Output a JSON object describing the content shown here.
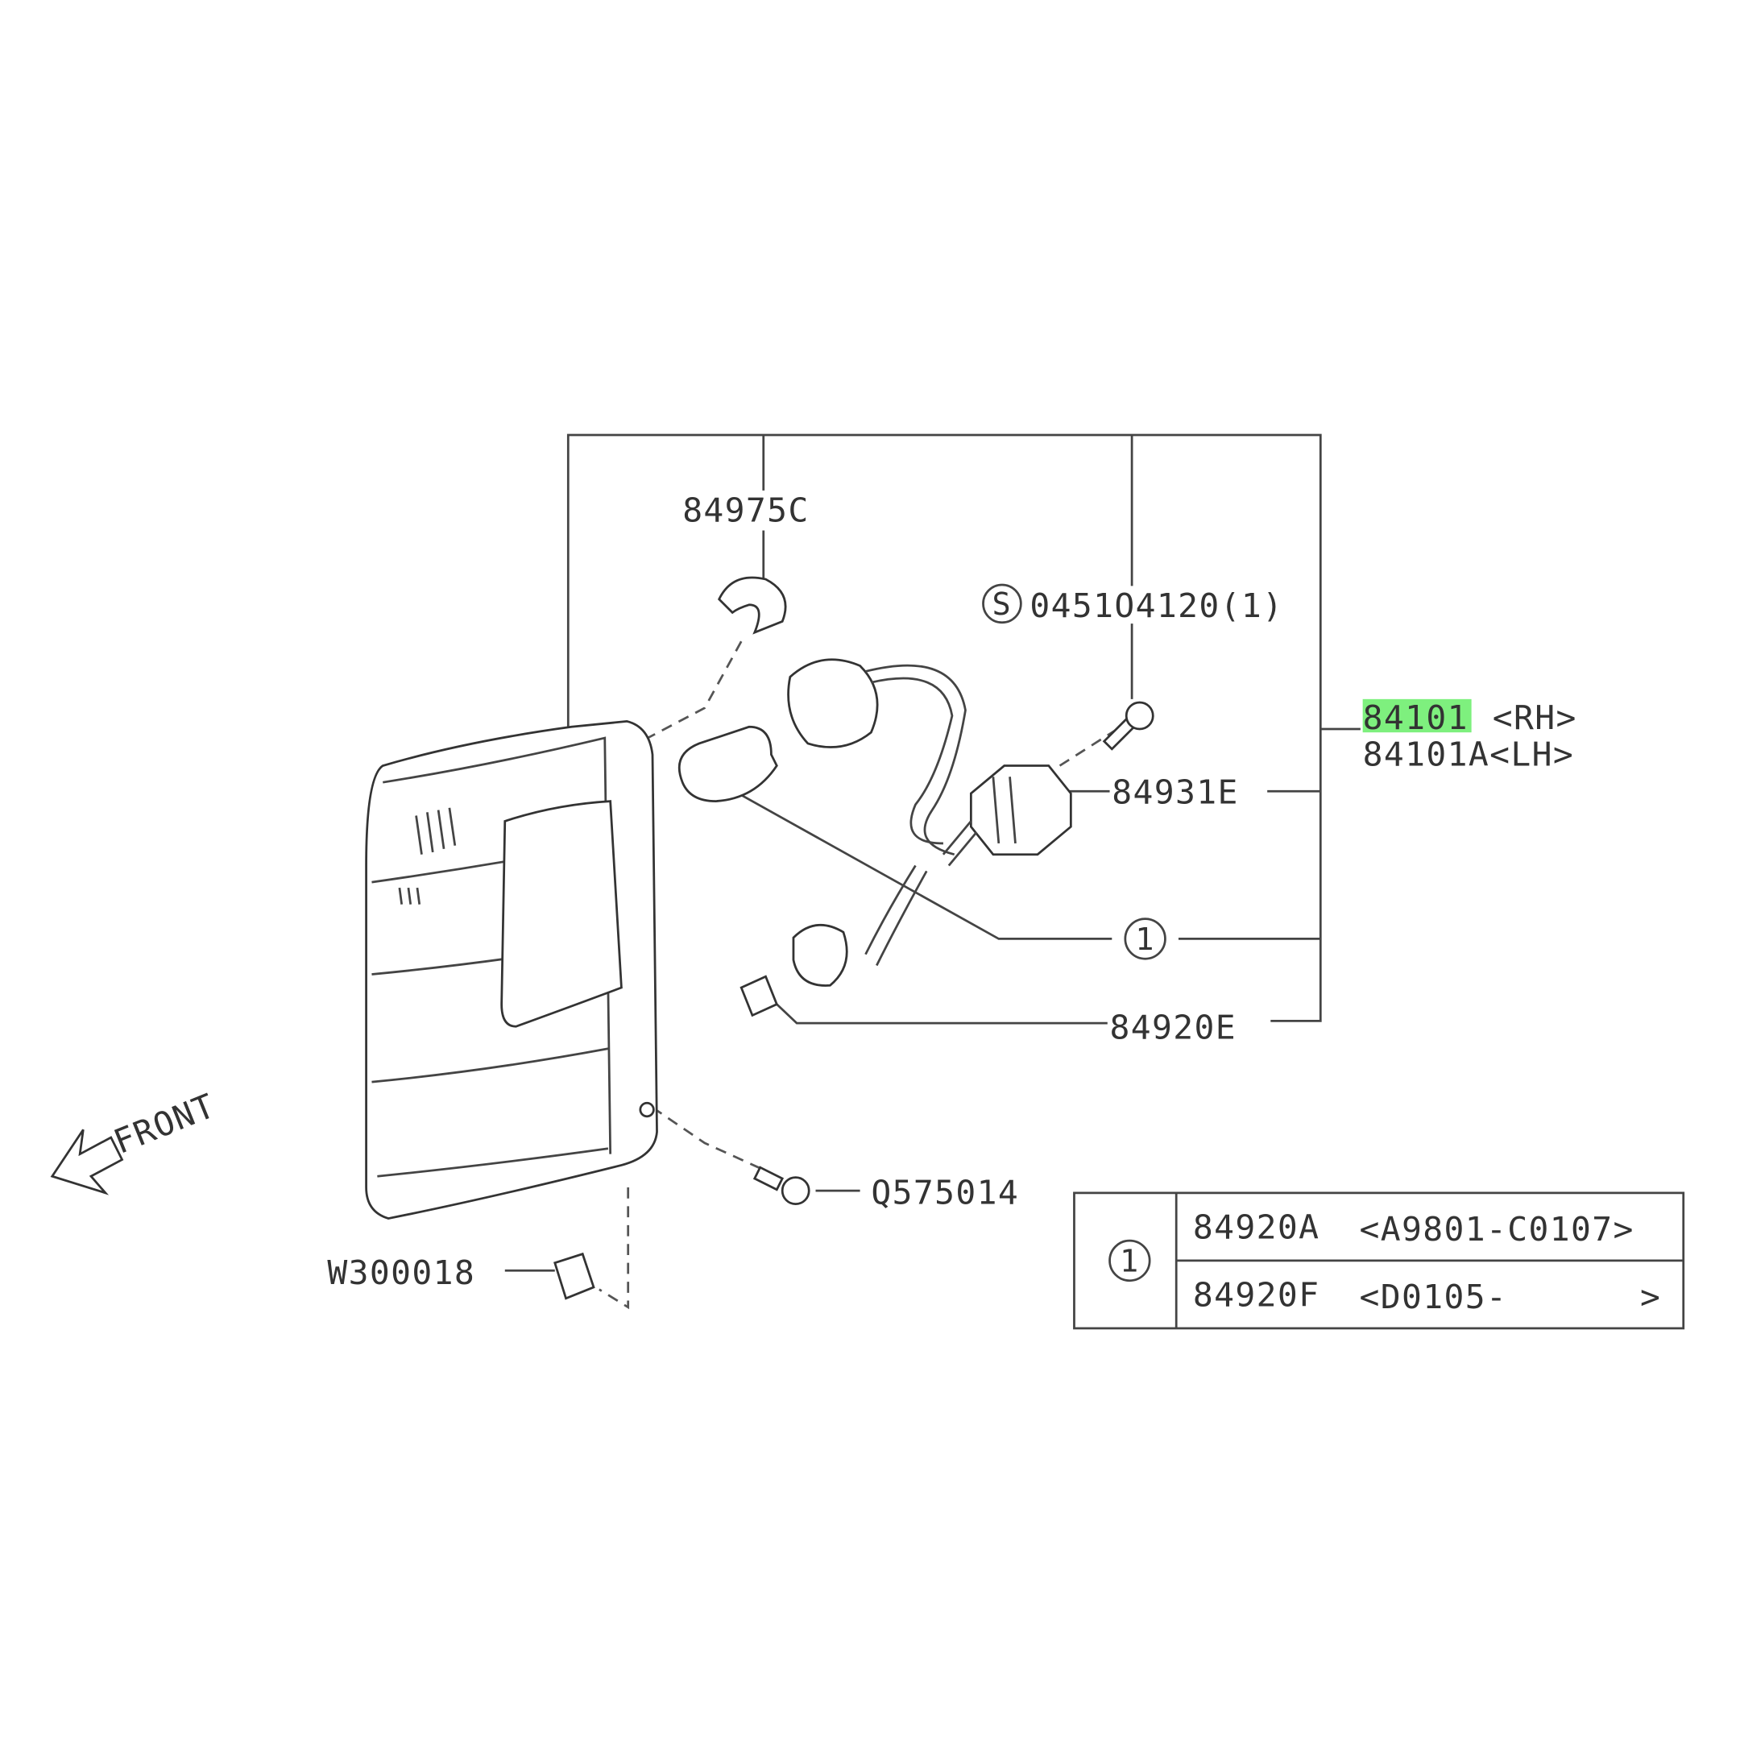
{
  "diagram": {
    "labels": {
      "hose": "84975C",
      "screw": "0451O4120(1)",
      "screw_prefix": "S",
      "assembly_rh_part": "84101",
      "assembly_rh_side": "<RH>",
      "assembly_lh": "84101A<LH>",
      "connector": "84931E",
      "ref_1": "1",
      "bulb_small": "84920E",
      "bolt": "Q575014",
      "clip": "W300018",
      "front": "FRONT"
    },
    "highlight_color": "#7ef07e",
    "legend_table": {
      "ref": "1",
      "rows": [
        {
          "part": "84920A",
          "range": "<A9801-C0107>"
        },
        {
          "part": "84920F",
          "range": "<D0105-",
          "range_end": ">"
        }
      ]
    }
  }
}
